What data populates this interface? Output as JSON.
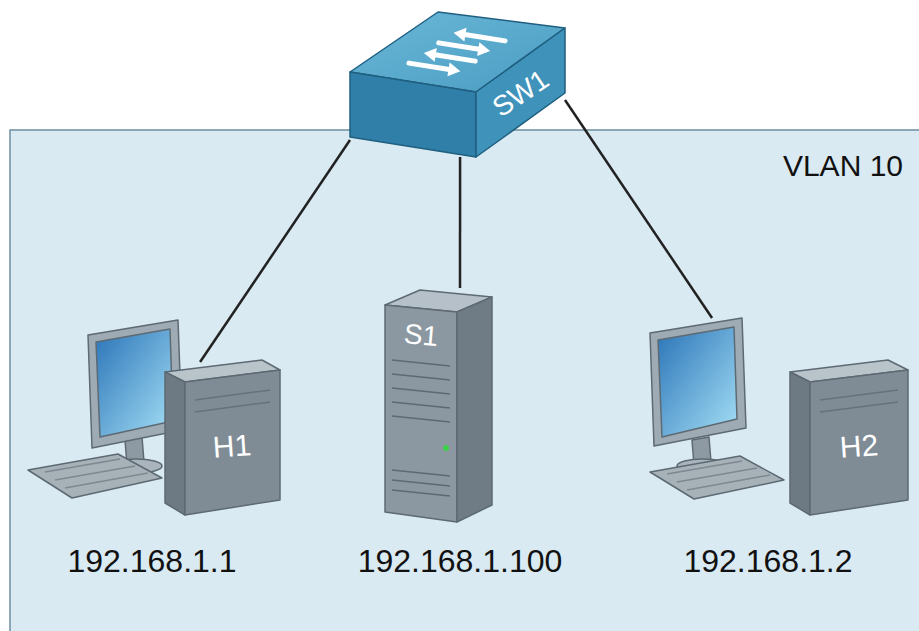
{
  "diagram": {
    "nodes": [
      {
        "text": [
          "VLAN 10"
        ]
      },
      {
        "text": [
          "SW1"
        ]
      },
      {
        "text": [
          "H1",
          "192.168.1.1"
        ],
        "in": 0
      },
      {
        "text": [
          "S1",
          "192.168.1.100"
        ],
        "in": 0
      },
      {
        "text": [
          "H2",
          "192.168.1.2"
        ],
        "in": 0
      }
    ],
    "edges": [
      {
        "from": 1,
        "to": 2,
        "arrow": "none"
      },
      {
        "from": 1,
        "to": 3,
        "arrow": "none"
      },
      {
        "from": 1,
        "to": 4,
        "arrow": "none"
      }
    ]
  }
}
